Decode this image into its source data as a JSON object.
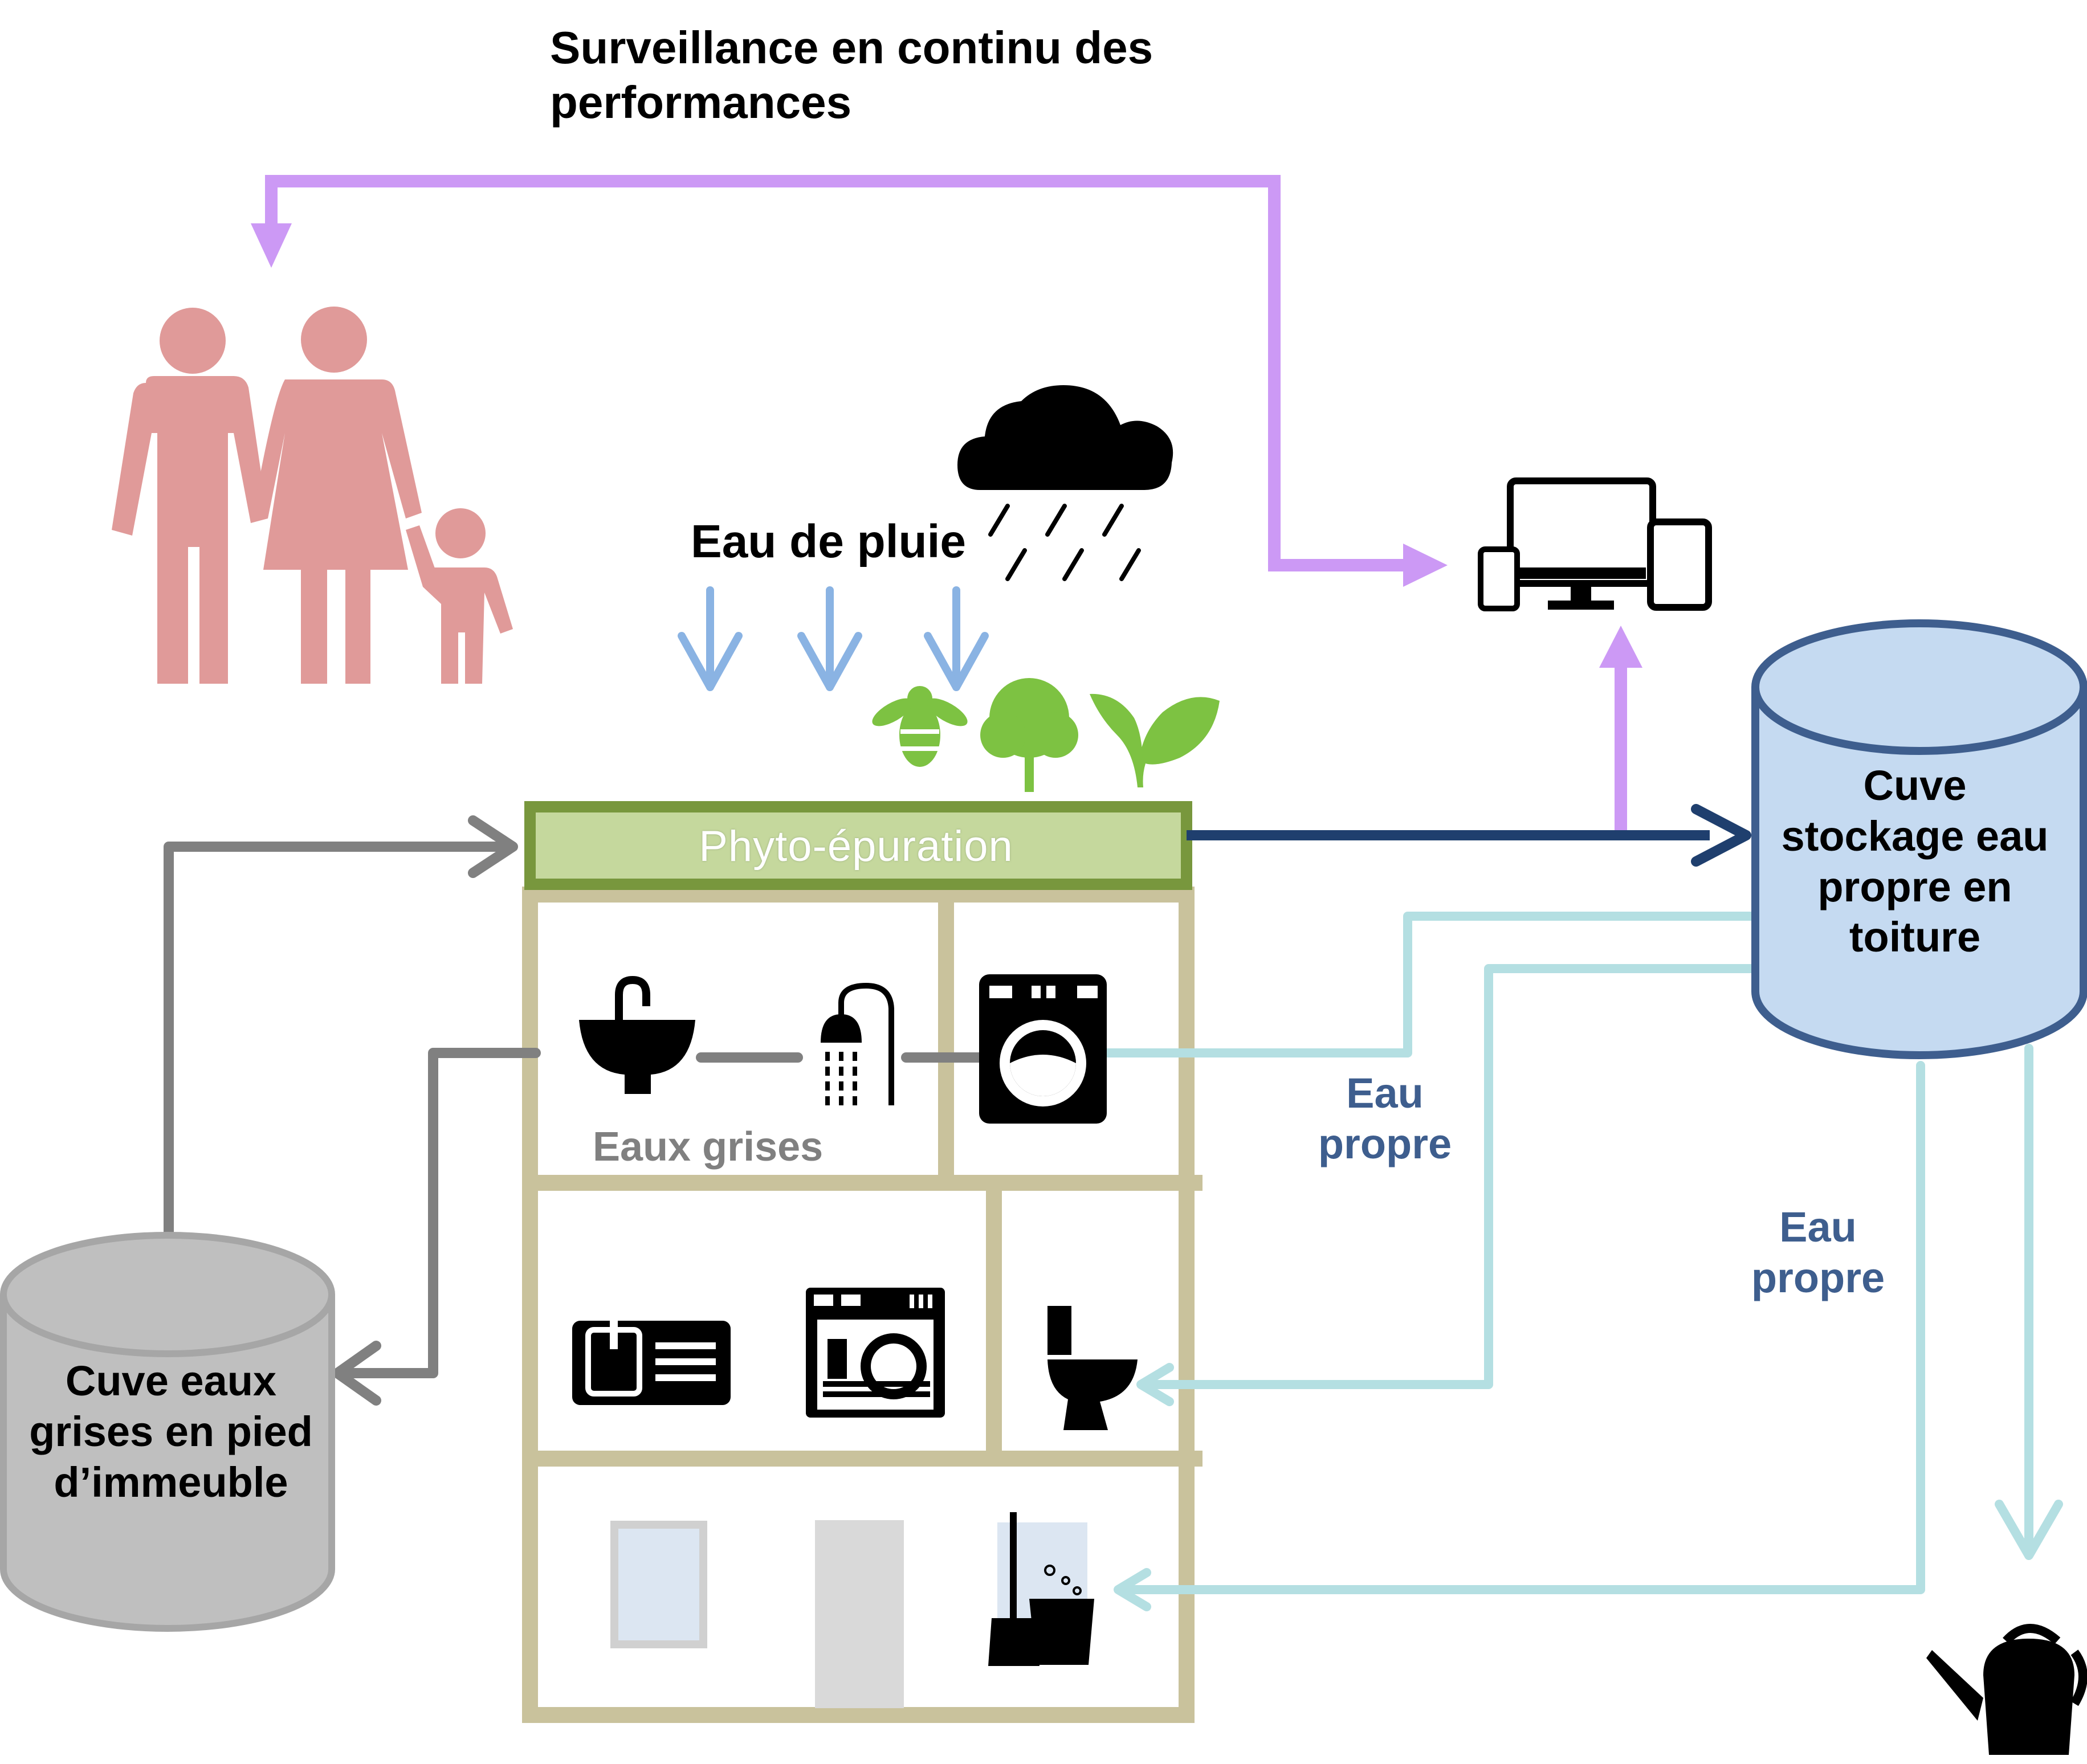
{
  "title": "Surveillance en continu des performances",
  "labels": {
    "rain": "Eau de pluie",
    "phyto": "Phyto-épuration",
    "grey_water": "Eaux grises",
    "clean_tank": "Cuve stockage eau propre en toiture",
    "grey_tank": "Cuve eaux grises en pied d’immeuble",
    "clean_water_1": "Eau propre",
    "clean_water_2": "Eau propre"
  },
  "icons": [
    "family-icon",
    "rain-cloud-icon",
    "devices-icon",
    "bee-icon",
    "tree-icon",
    "leaf-icon",
    "sink-icon",
    "shower-icon",
    "washing-machine-icon",
    "kitchen-sink-icon",
    "dishwasher-icon",
    "toilet-icon",
    "cleaning-icon",
    "watering-can-icon"
  ],
  "colors": {
    "monitoring": "#cc99f5",
    "grey_flow": "#808080",
    "treated_flow": "#1f3f6e",
    "clean_flow": "#b4dfe2",
    "rain_arrow": "#8ab3e3",
    "phyto_fill": "#c5d89d",
    "phyto_border": "#78973d",
    "building": "#c9c29c",
    "people": "#e09a99",
    "clean_tank": "#c5daf1",
    "grey_tank": "#bfbfbf",
    "plants": "#7dc242"
  }
}
